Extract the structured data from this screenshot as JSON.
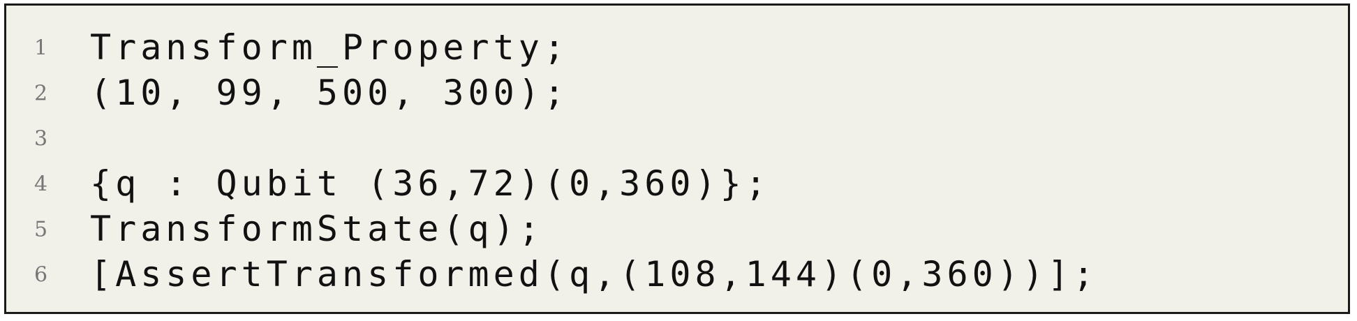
{
  "code_block": {
    "lines": [
      {
        "number": "1",
        "text": "Transform_Property;"
      },
      {
        "number": "2",
        "text": "(10, 99, 500, 300);"
      },
      {
        "number": "3",
        "text": ""
      },
      {
        "number": "4",
        "text": "{q : Qubit (36,72)(0,360)};"
      },
      {
        "number": "5",
        "text": "TransformState(q);"
      },
      {
        "number": "6",
        "text": "[AssertTransformed(q,(108,144)(0,360))];"
      }
    ]
  }
}
